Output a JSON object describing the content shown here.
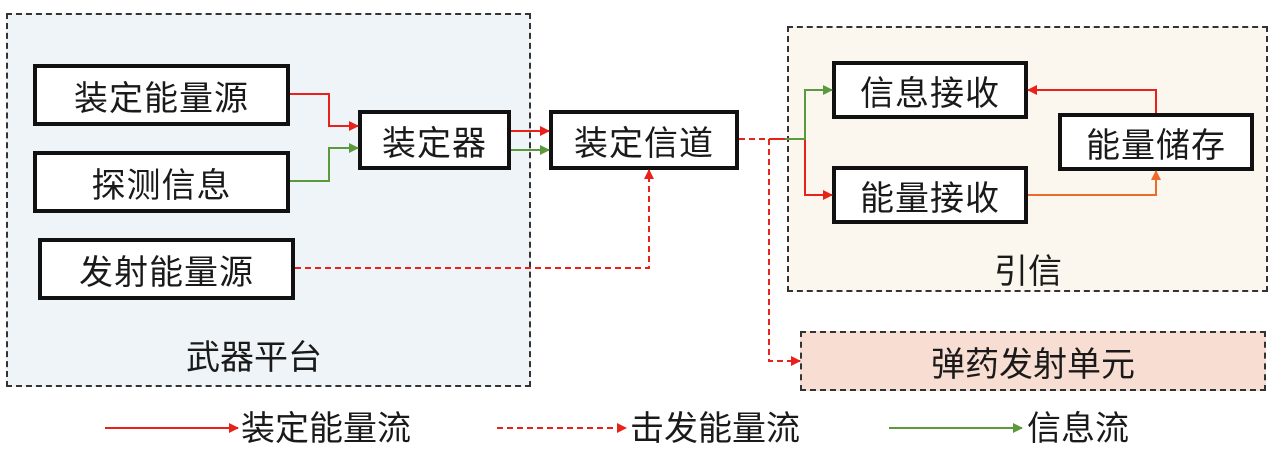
{
  "regions": {
    "weapon_platform": "武器平台",
    "fuze": "引信",
    "ammo_launch_unit": "弹药发射单元"
  },
  "nodes": {
    "setting_energy_source": "装定能量源",
    "detection_info": "探测信息",
    "launch_energy_source": "发射能量源",
    "setter": "装定器",
    "setting_channel": "装定信道",
    "info_receive": "信息接收",
    "energy_storage": "能量储存",
    "energy_receive": "能量接收"
  },
  "legend": {
    "setting_energy_flow": "装定能量流",
    "firing_energy_flow": "击发能量流",
    "info_flow": "信息流"
  },
  "colors": {
    "setting_energy_flow": "#e8221a",
    "firing_energy_flow": "#e8221a",
    "info_flow": "#5a9a3c",
    "storage_output": "#ee6a2a",
    "weapon_region_fill": "#eef4f8",
    "fuze_region_fill": "#fbf7ee",
    "ammo_unit_fill": "#f8ded2"
  }
}
